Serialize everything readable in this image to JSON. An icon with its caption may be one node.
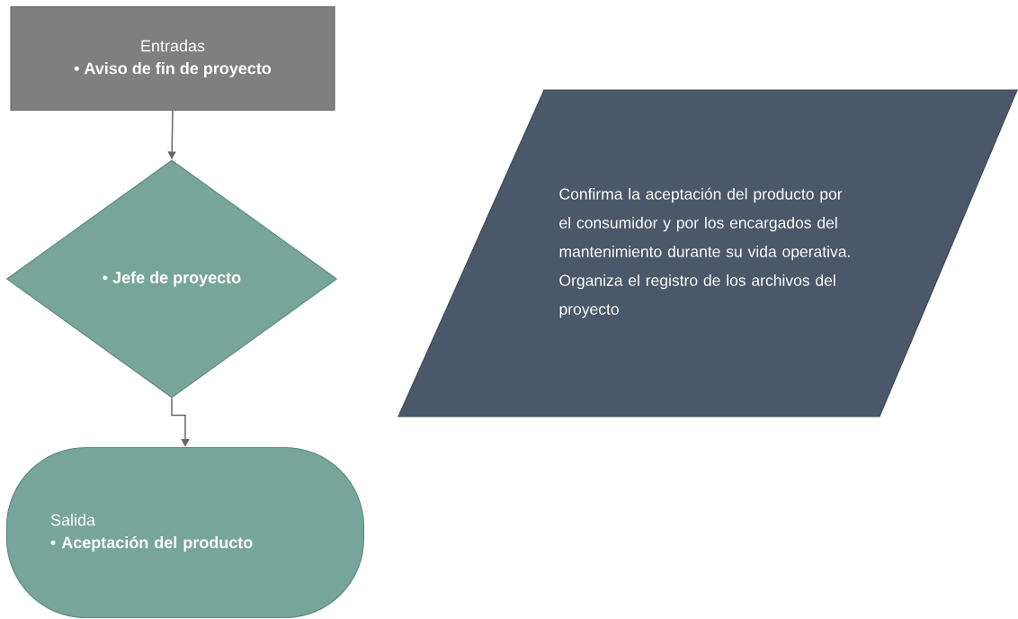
{
  "diagram": {
    "nodes": [
      {
        "text": [
          "Entradas",
          "• Aviso de fin de proyecto"
        ]
      },
      {
        "text": [
          "• Jefe de proyecto"
        ]
      },
      {
        "text": [
          "Salida",
          "• Aceptación del producto"
        ]
      },
      {
        "text": [
          "Confirma la aceptación del producto por el consumidor y por los encargados del mantenimiento durante su vida operativa. Organiza el registro de los archivos del proyecto"
        ]
      }
    ],
    "edges": [
      {
        "from": 0,
        "to": 1,
        "arrow": "to"
      },
      {
        "from": 1,
        "to": 2,
        "arrow": "to"
      }
    ]
  }
}
